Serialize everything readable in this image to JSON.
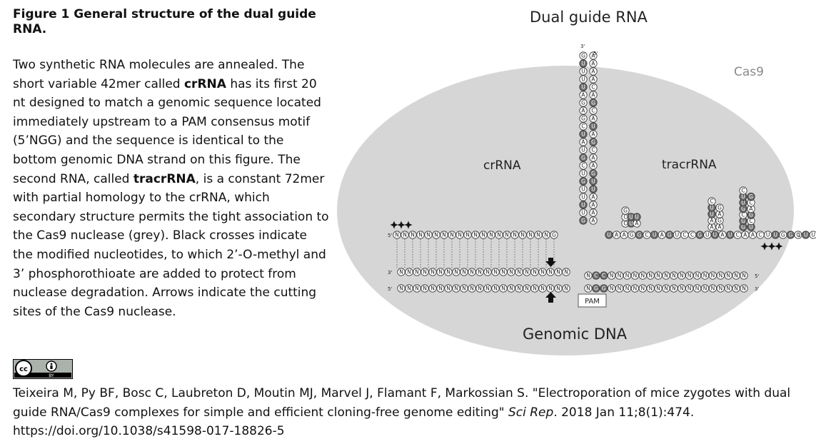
{
  "figure": {
    "title": "Figure 1  General structure of the dual guide RNA.",
    "caption": {
      "p1": "Two synthetic RNA molecules are annealed. The short variable 42mer called ",
      "crrna": "crRNA",
      "p2": " has its first 20 nt designed to match a genomic sequence located immediately upstream to a PAM consensus motif (5’NGG) and the sequence is identical to the bottom genomic DNA strand on this figure. The second RNA, called ",
      "tracrrna": "tracrRNA",
      "p3": ", is a constant 72mer with partial homology to the crRNA, which secondary structure permits the tight association to the Cas9 nuclease (grey). Black crosses indicate the modified nucleotides, to which 2’-O-methyl and 3’ phosphorothioate are added to protect from nuclease degradation. Arrows indicate the cutting sites of the Cas9 nuclease."
    }
  },
  "diagram": {
    "title": "Dual guide RNA",
    "cas9_label": "Cas9",
    "crrna_label": "crRNA",
    "tracrrna_label": "tracrRNA",
    "genomic_label": "Genomic DNA",
    "pam_label": "PAM",
    "end_5": "5'",
    "end_3": "3'",
    "stem_left": [
      "G",
      "U",
      "U",
      "U",
      "U",
      "A",
      "G",
      "A",
      "G",
      "C",
      "U",
      "A",
      "U",
      "G",
      "C",
      "U",
      "G",
      "U",
      "U",
      "U",
      "U",
      "G"
    ],
    "stem_right": [
      "A",
      "A",
      "A",
      "A",
      "C",
      "A",
      "G",
      "C",
      "A",
      "U",
      "A",
      "G",
      "C",
      "A",
      "A",
      "G",
      "U",
      "U",
      "A",
      "A",
      "A",
      "A"
    ],
    "tracr_row": [
      "U",
      "A",
      "A",
      "G",
      "G",
      "C",
      "U",
      "A",
      "G",
      "U",
      "C",
      "C",
      "G",
      "U",
      "U",
      "A",
      "U",
      "C",
      "A",
      "A",
      "C",
      "U",
      "U",
      "G",
      "G",
      "C",
      "U",
      "U",
      "U",
      "U"
    ],
    "dna_top_right": [
      "N",
      "C",
      "C",
      "N",
      "N",
      "N",
      "N",
      "N",
      "N",
      "N",
      "N",
      "N",
      "N",
      "N",
      "N",
      "N",
      "N",
      "N",
      "N",
      "N",
      "N"
    ],
    "dna_bottom_right": [
      "N",
      "G",
      "G",
      "N",
      "N",
      "N",
      "N",
      "N",
      "N",
      "N",
      "N",
      "N",
      "N",
      "N",
      "N",
      "N",
      "N",
      "N",
      "N",
      "N",
      "N"
    ],
    "hairpin1": [
      "C",
      "U",
      "A",
      "C",
      "U",
      "U",
      "G"
    ],
    "hairpin2": [
      "A",
      "A",
      "A",
      "G",
      "U",
      "A",
      "U",
      "G",
      "C"
    ],
    "hairpin3": [
      "G",
      "U",
      "G",
      "C",
      "C",
      "G",
      "G",
      "A",
      "U",
      "C",
      "U",
      "G",
      "C"
    ]
  },
  "license": {
    "cc": "cc",
    "by": "BY"
  },
  "citation": {
    "authors": "Teixeira M, Py BF, Bosc C, Laubreton D, Moutin MJ, Marvel J, Flamant F, Markossian S. \"Electroporation of mice zygotes with dual guide RNA/Cas9 complexes for simple and efficient cloning-free genome editing\" ",
    "journal": "Sci Rep",
    "details": ". 2018 Jan 11;8(1):474.",
    "doi": "https://doi.org/10.1038/s41598-017-18826-5"
  },
  "colors": {
    "cas9_fill": "#d6d6d6",
    "nt_dark": "#6f6f6f",
    "nt_light": "#ffffff",
    "cas9_label": "#8a8a8a"
  }
}
